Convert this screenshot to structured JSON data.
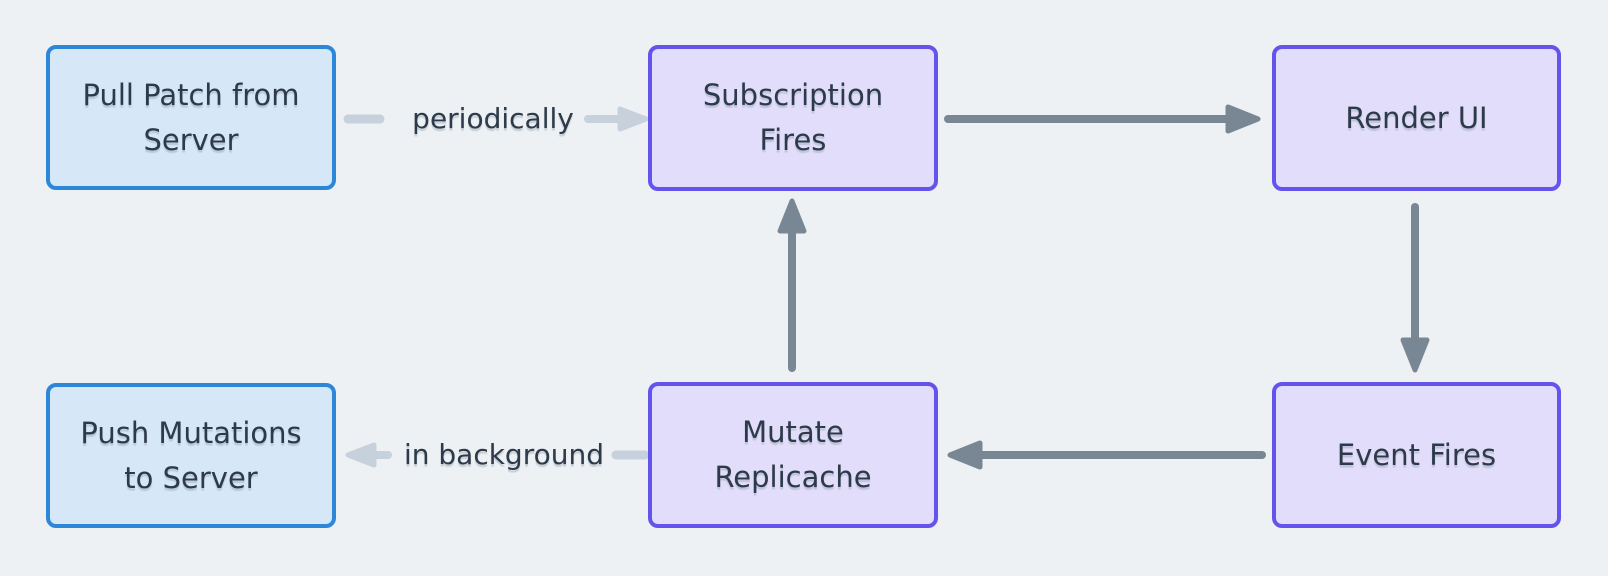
{
  "diagram": {
    "description": "Data flow diagram with six nodes connected by arrows in a loop",
    "nodes": [
      {
        "id": "pull-patch",
        "label": "Pull Patch from\nServer",
        "type": "blue"
      },
      {
        "id": "subscription-fires",
        "label": "Subscription\nFires",
        "type": "purple"
      },
      {
        "id": "render-ui",
        "label": "Render UI",
        "type": "purple"
      },
      {
        "id": "push-mutations",
        "label": "Push Mutations\nto Server",
        "type": "blue"
      },
      {
        "id": "mutate-replicache",
        "label": "Mutate\nReplicache",
        "type": "purple"
      },
      {
        "id": "event-fires",
        "label": "Event Fires",
        "type": "purple"
      }
    ],
    "edges": [
      {
        "from": "pull-patch",
        "to": "subscription-fires",
        "label": "periodically",
        "style": "light"
      },
      {
        "from": "subscription-fires",
        "to": "render-ui",
        "label": "",
        "style": "dark"
      },
      {
        "from": "render-ui",
        "to": "event-fires",
        "label": "",
        "style": "dark"
      },
      {
        "from": "event-fires",
        "to": "mutate-replicache",
        "label": "",
        "style": "dark"
      },
      {
        "from": "mutate-replicache",
        "to": "push-mutations",
        "label": "in background",
        "style": "light"
      },
      {
        "from": "mutate-replicache",
        "to": "subscription-fires",
        "label": "",
        "style": "dark"
      }
    ],
    "colors": {
      "background": "#edf1f4",
      "node_blue_fill": "#d6e7f8",
      "node_blue_border": "#2d87d8",
      "node_purple_fill": "#e2ddfb",
      "node_purple_border": "#6454ec",
      "arrow_dark": "#798693",
      "arrow_light": "#c7d1dc",
      "text": "#2d3a49"
    }
  }
}
